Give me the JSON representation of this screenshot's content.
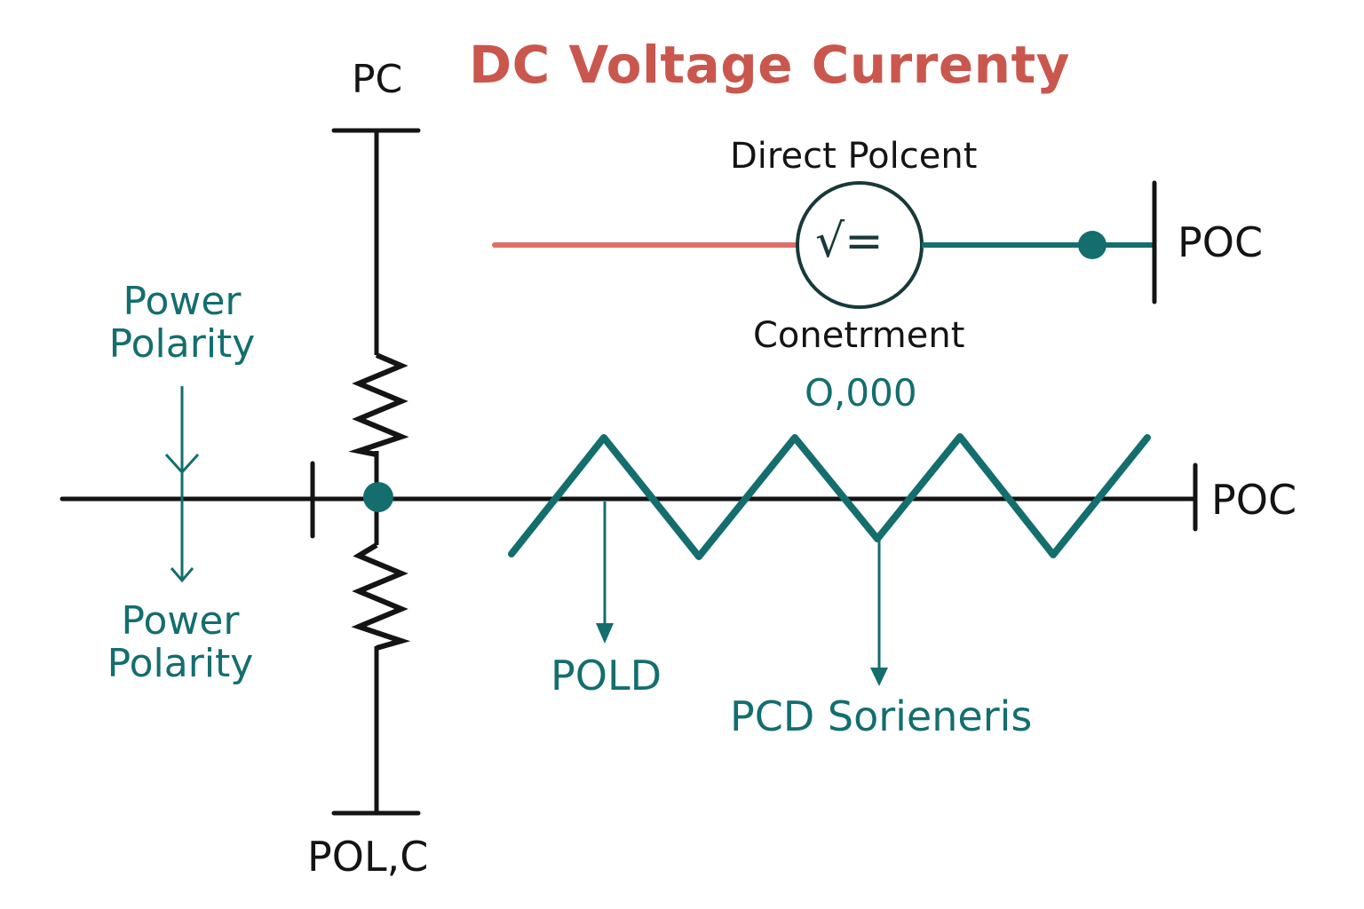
{
  "title": "DC Voltage Currenty",
  "colors": {
    "title": "#c9574e",
    "wire_black": "#141414",
    "teal": "#146e6e",
    "source_wire_red": "#de6e66"
  },
  "labels": {
    "top_terminal": "PC",
    "bottom_terminal": "POL,C",
    "source_top": "Direct Polcent",
    "source_bottom": "Conetrment",
    "source_value": "O,000",
    "source_symbol": "√=",
    "right_terminal_upper": "POC",
    "right_terminal_lower": "POC",
    "power_polarity_top_line1": "Power",
    "power_polarity_top_line2": "Polarity",
    "power_polarity_bottom_line1": "Power",
    "power_polarity_bottom_line2": "Polarity",
    "pold": "POLD",
    "pcd": "PCD Sorieneris"
  },
  "icons": {
    "source": "voltage-source-icon",
    "resistor": "resistor-icon",
    "junction": "junction-dot-icon",
    "arrow": "arrow-down-icon",
    "waveform": "triangle-wave-icon"
  }
}
